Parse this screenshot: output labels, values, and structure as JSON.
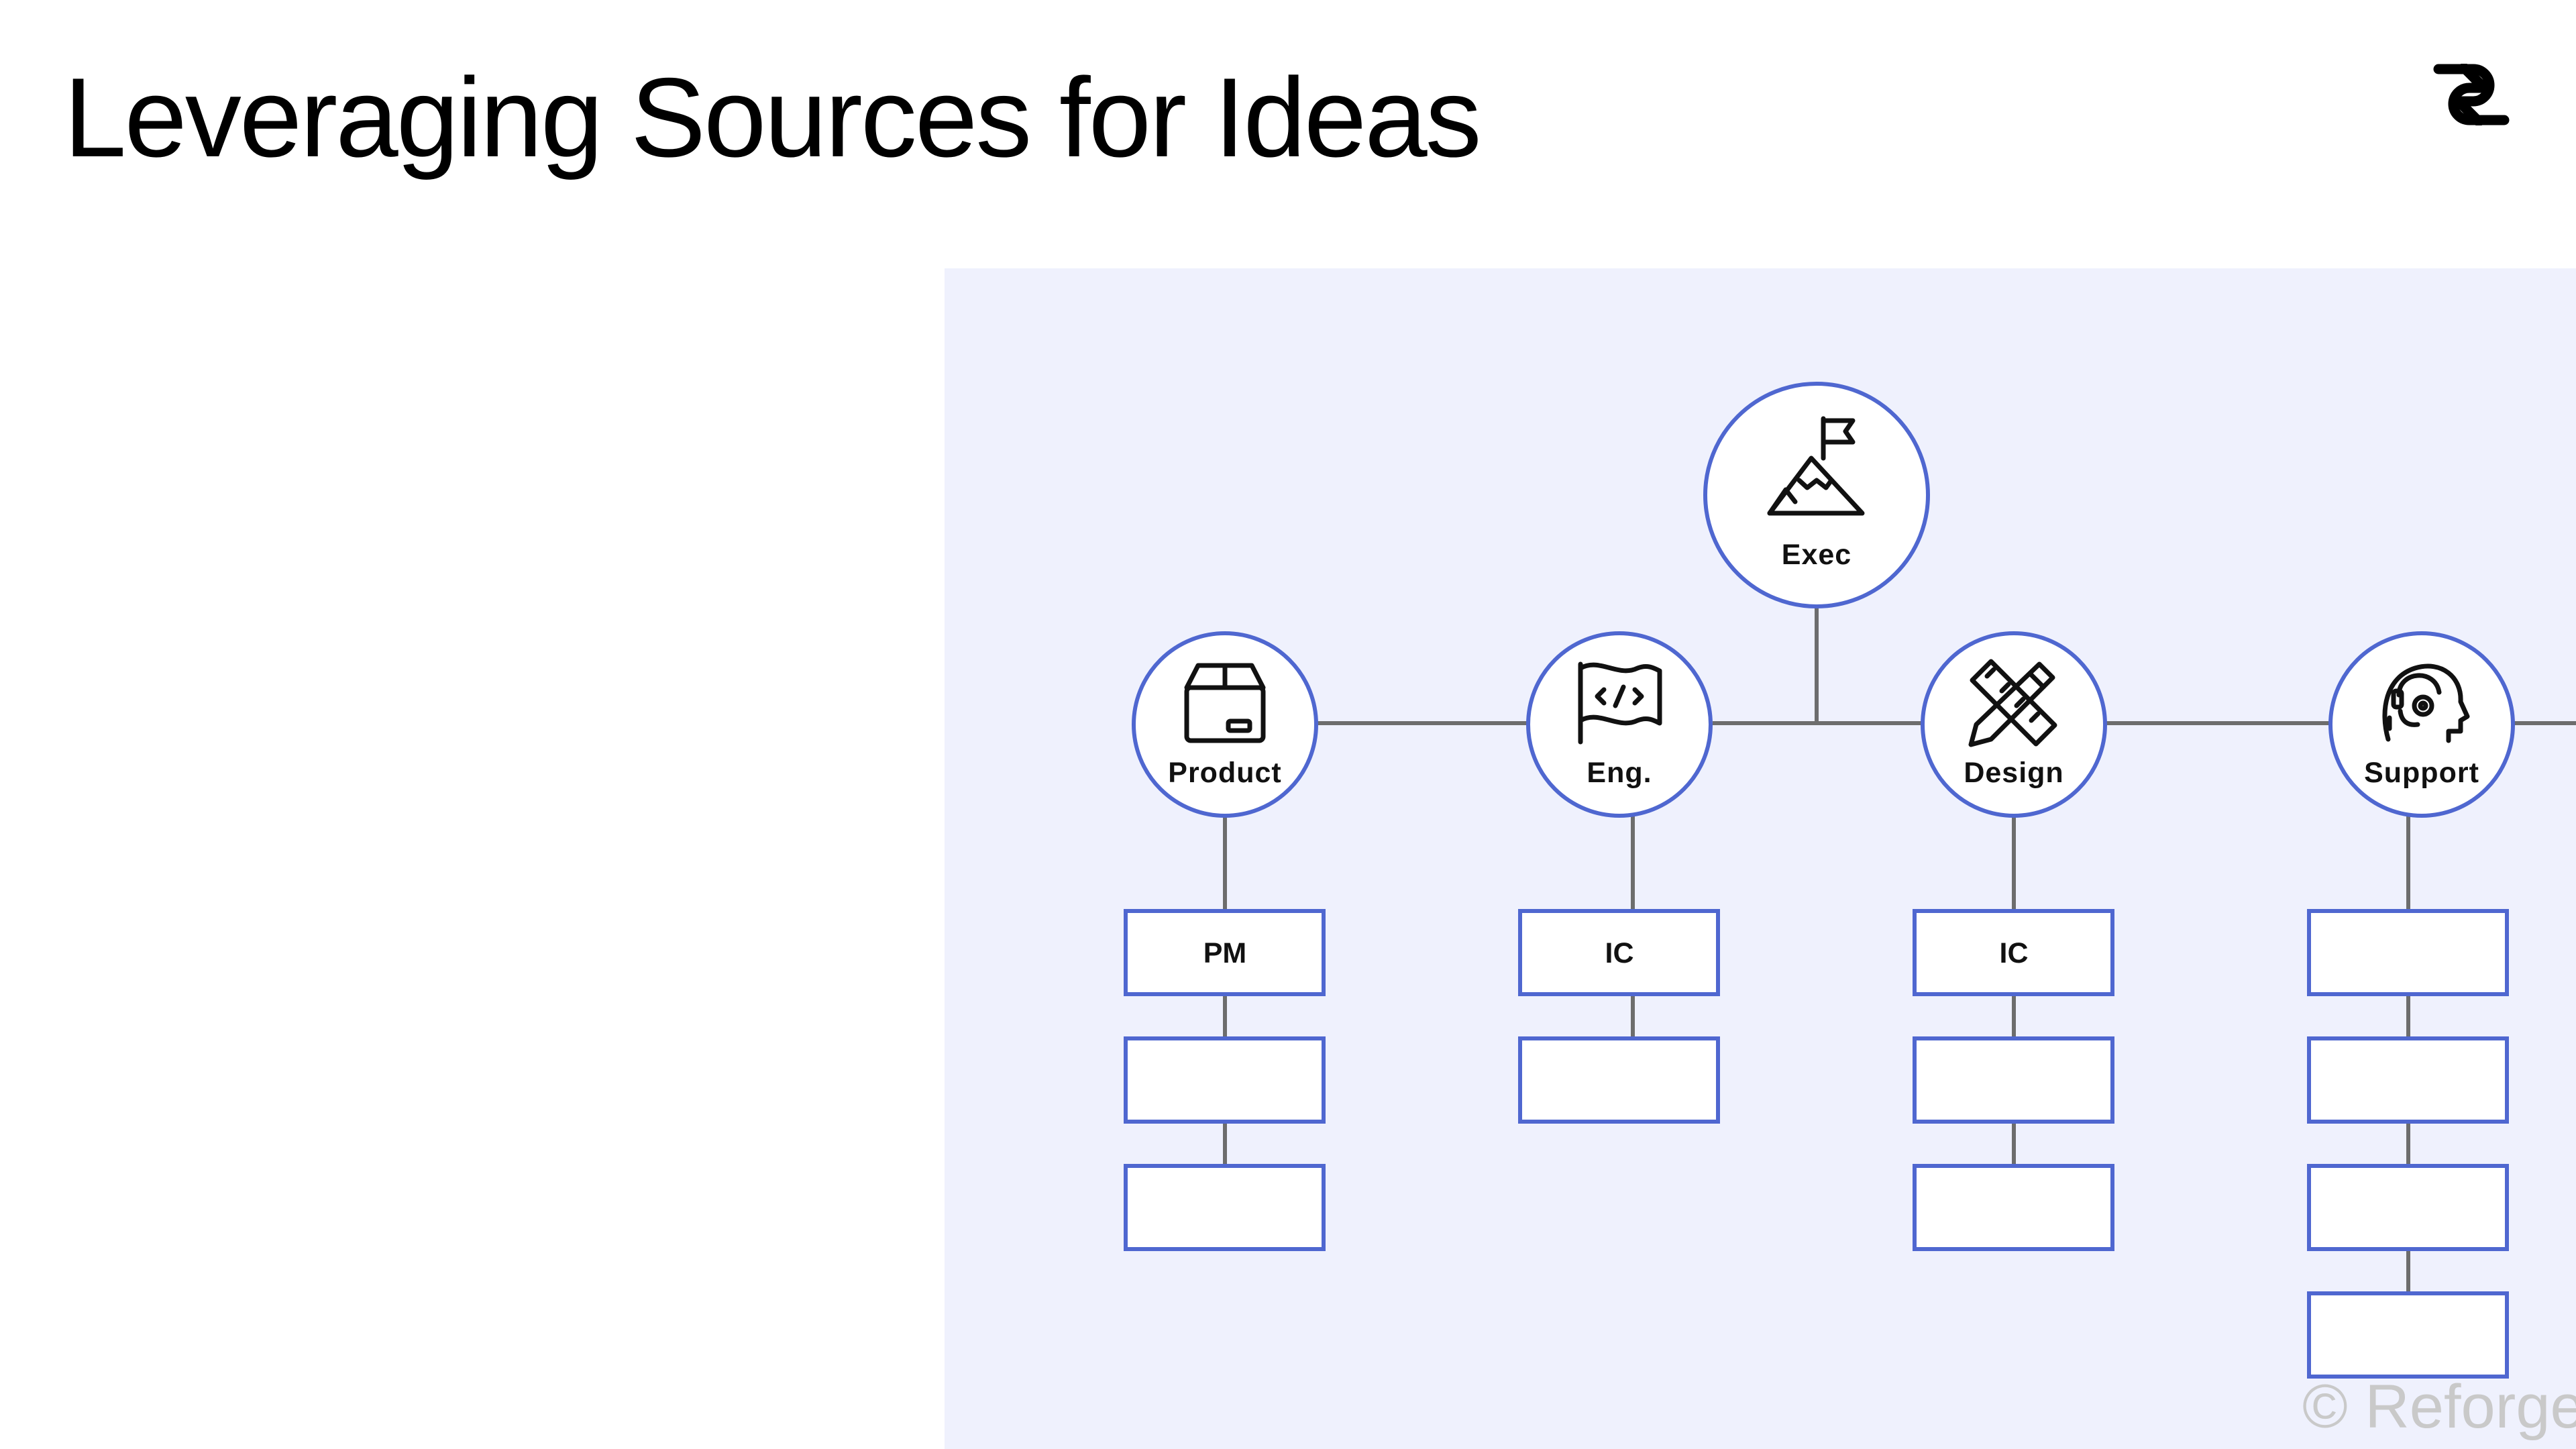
{
  "slide": {
    "title": "Leveraging Sources for Ideas",
    "watermark": "© Reforge"
  },
  "colors": {
    "panel_background": "#eff1fd",
    "node_stroke": "#4f67d0",
    "connector": "#6d6d6d",
    "watermark": "#c9c9c9"
  },
  "org_chart": {
    "top_node": {
      "label": "Exec",
      "icon": "mountain-flag-icon"
    },
    "departments": [
      {
        "label": "Product",
        "icon": "package-box-icon",
        "roles": [
          "PM",
          "",
          ""
        ]
      },
      {
        "label": "Eng.",
        "icon": "code-flag-icon",
        "roles": [
          "IC",
          ""
        ]
      },
      {
        "label": "Design",
        "icon": "pencil-ruler-icon",
        "roles": [
          "IC",
          "",
          ""
        ]
      },
      {
        "label": "Support",
        "icon": "headset-agent-icon",
        "roles": [
          "",
          "",
          "",
          ""
        ]
      }
    ]
  }
}
